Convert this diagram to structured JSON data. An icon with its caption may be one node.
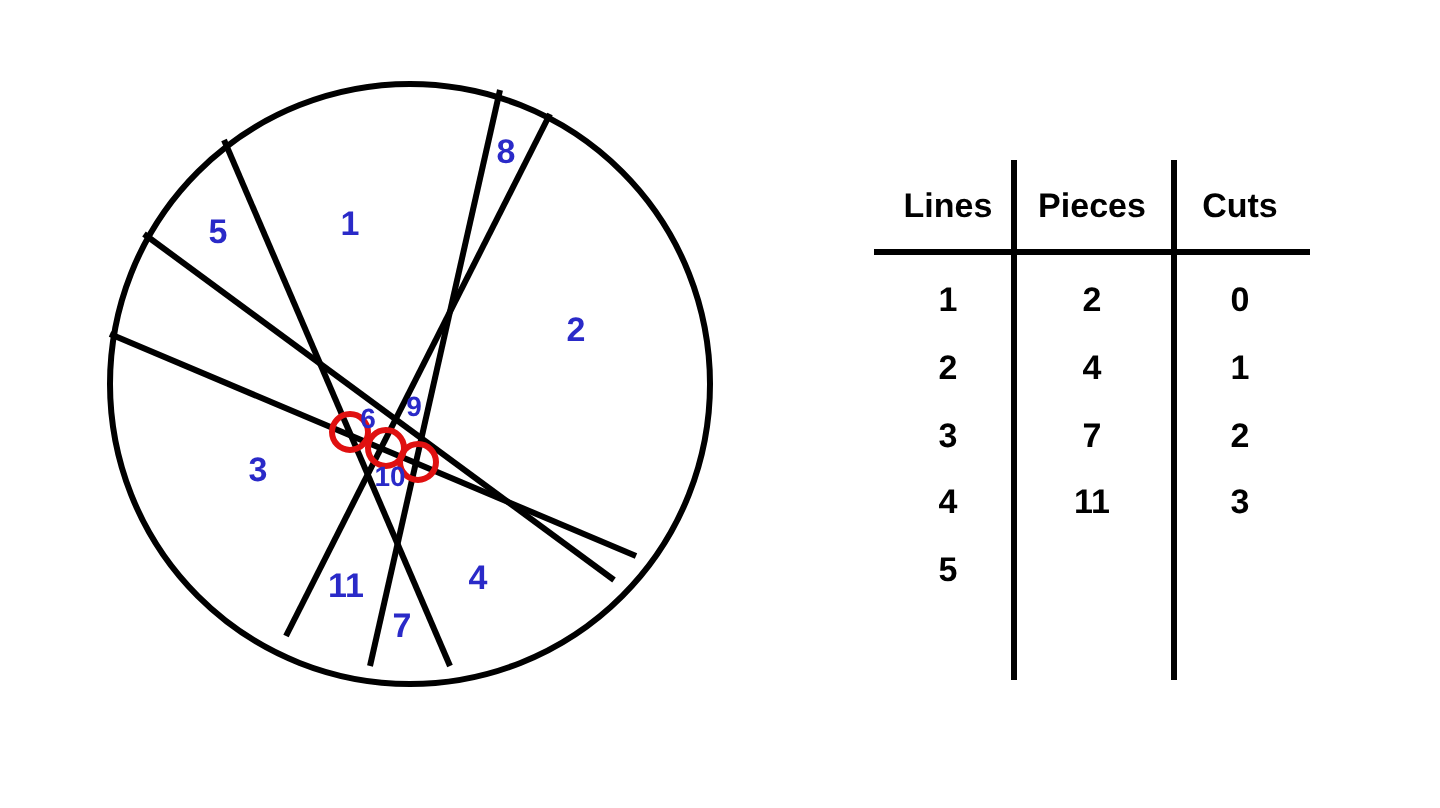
{
  "diagram": {
    "labels": [
      "8",
      "5",
      "1",
      "2",
      "6",
      "9",
      "3",
      "10",
      "11",
      "4",
      "7",
      "Lines",
      "Pieces",
      "Cuts",
      "1",
      "2",
      "0",
      "2",
      "4",
      "1",
      "3",
      "7",
      "2",
      "4",
      "11",
      "3",
      "5"
    ]
  }
}
